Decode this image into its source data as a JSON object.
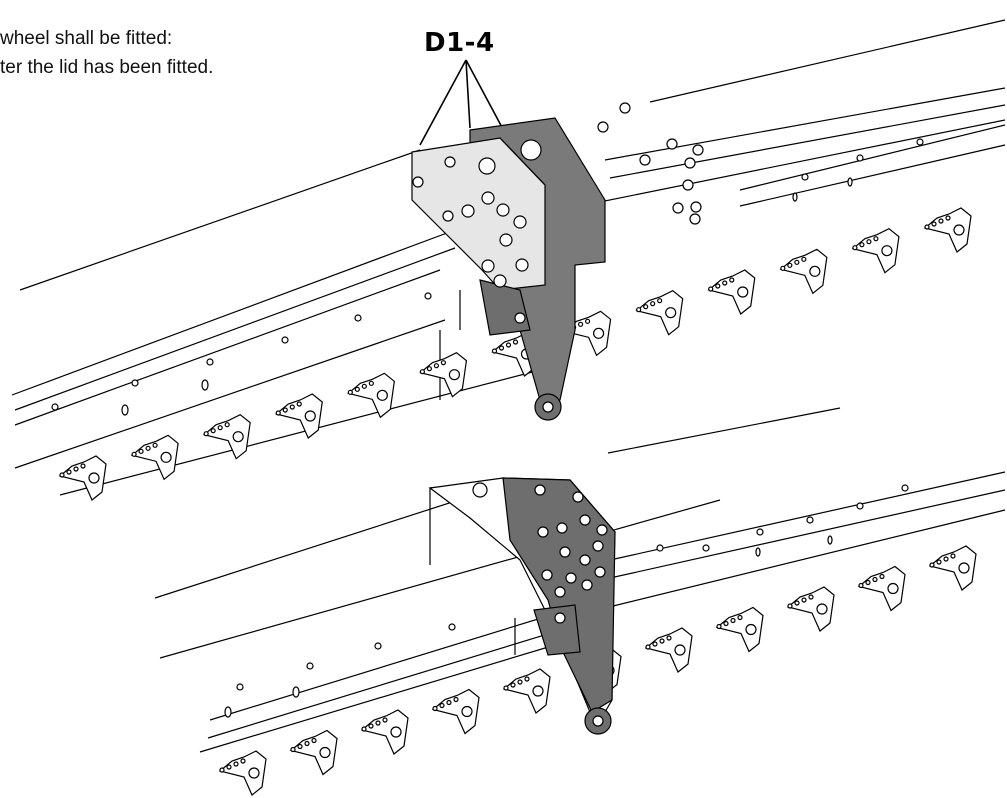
{
  "instruction_note": {
    "line1": "wheel shall be fitted:",
    "line2": "ter the lid has been fitted."
  },
  "callout_label": "D1-4",
  "colors": {
    "line": "#000000",
    "plate_light": "#e6e6e6",
    "plate_dark": "#7a7a7a",
    "bracket_dark": "#6e6e6e",
    "background": "#ffffff"
  },
  "assemblies": [
    {
      "name": "upper-assembly",
      "state": "lid not fitted"
    },
    {
      "name": "lower-assembly",
      "state": "lid fitted"
    }
  ]
}
